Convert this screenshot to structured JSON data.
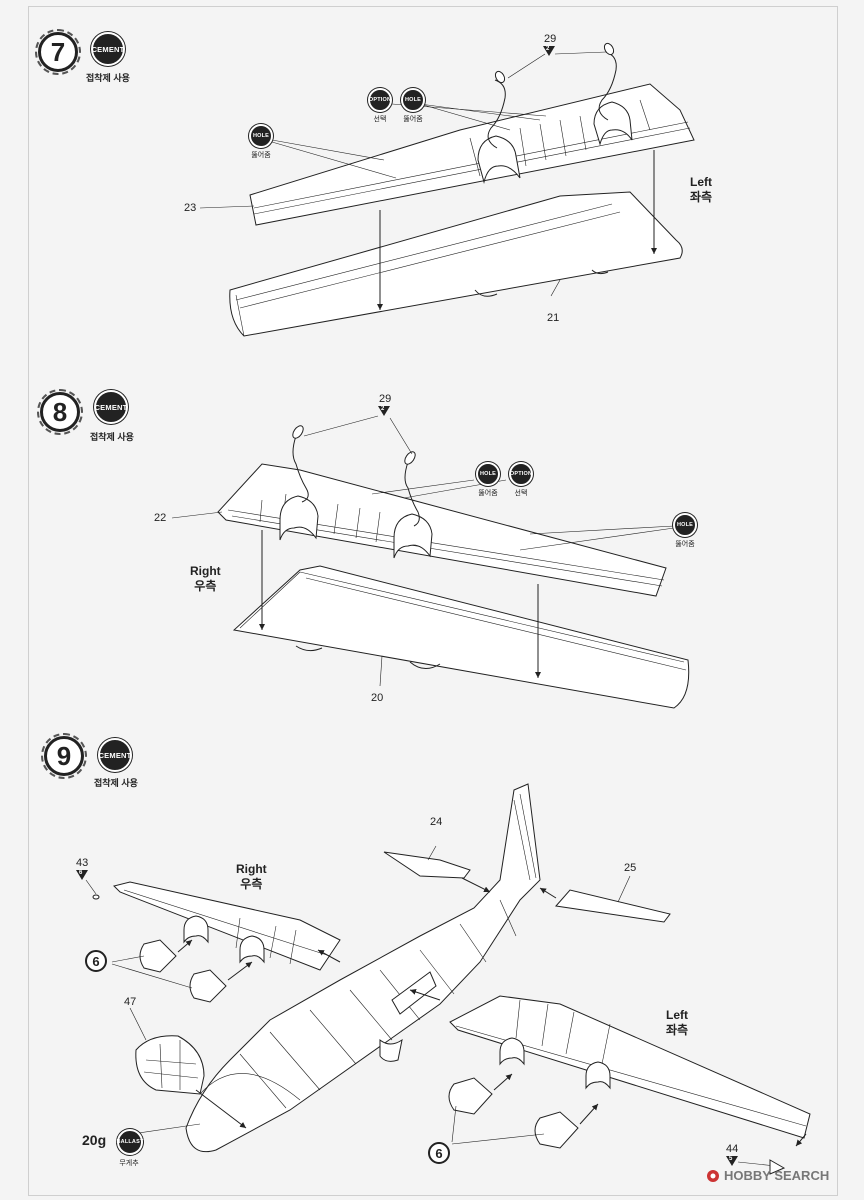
{
  "steps": [
    {
      "number": "7",
      "cement": "CEMENT",
      "cement_label": "접착제 사용",
      "icons": [
        {
          "type": "HOLE",
          "label": "뚫어줌"
        },
        {
          "type": "OPTION",
          "label": "선택"
        },
        {
          "type": "HOLE",
          "label": "뚫어줌"
        }
      ],
      "parts": {
        "antenna": "29",
        "antenna_qty": "2",
        "upper": "23",
        "lower": "21"
      },
      "side": "Left",
      "side_kr": "좌측"
    },
    {
      "number": "8",
      "cement": "CEMENT",
      "cement_label": "접착제 사용",
      "icons": [
        {
          "type": "HOLE",
          "label": "뚫어줌"
        },
        {
          "type": "OPTION",
          "label": "선택"
        },
        {
          "type": "HOLE",
          "label": "뚫어줌"
        }
      ],
      "parts": {
        "antenna": "29",
        "antenna_qty": "2",
        "upper": "22",
        "lower": "20"
      },
      "side": "Right",
      "side_kr": "우측"
    },
    {
      "number": "9",
      "cement": "CEMENT",
      "cement_label": "접착제 사용",
      "parts": {
        "hstab_r": "24",
        "hstab_l": "25",
        "nav_light_r": "43",
        "nav_light_r_qty": "6",
        "nav_light_l": "44",
        "nav_light_l_qty": "5",
        "canopy": "47"
      },
      "engine_ref": "6",
      "side_right": "Right",
      "side_right_kr": "우측",
      "side_left": "Left",
      "side_left_kr": "좌측",
      "ballast_weight": "20g",
      "ballast": "BALLAST",
      "ballast_label": "무게추"
    }
  ],
  "watermark": "HOBBY SEARCH",
  "icons": [
    "cement-icon",
    "hole-icon",
    "option-icon",
    "part-triangle-icon",
    "hobbysearch-logo-icon"
  ]
}
